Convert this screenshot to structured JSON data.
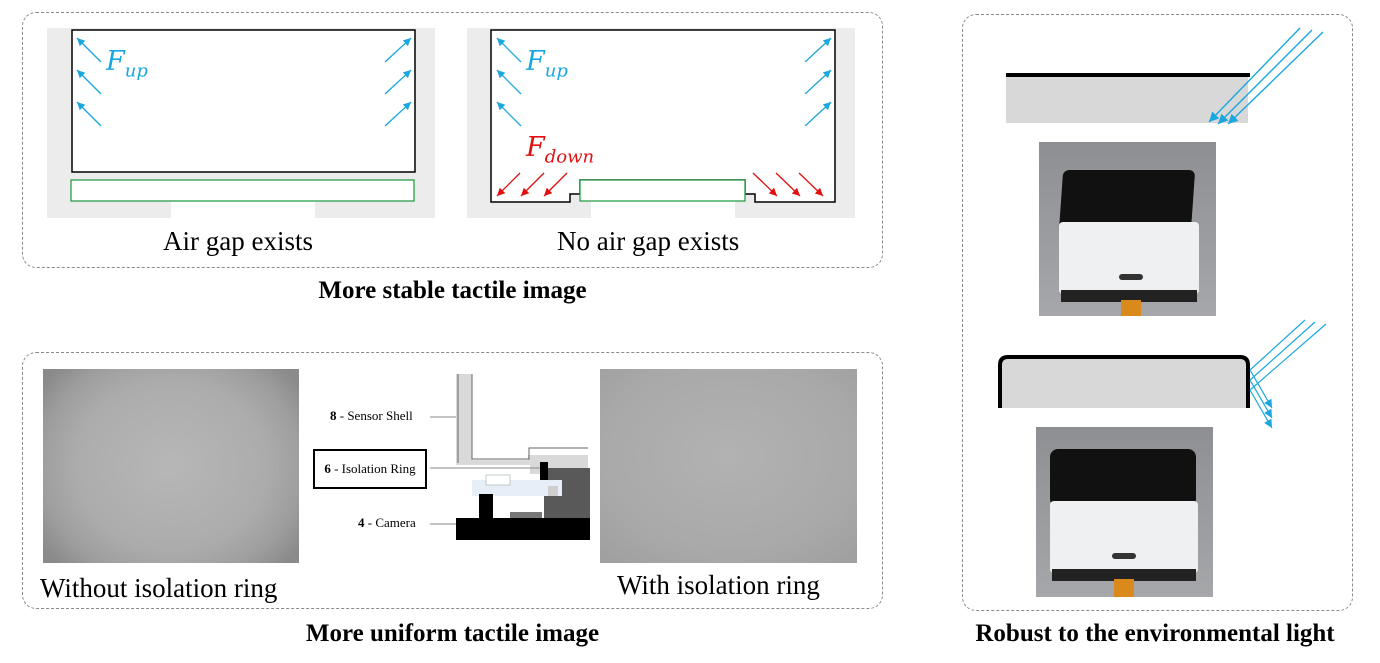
{
  "panels": {
    "stable": {
      "title": "More stable tactile image",
      "left_caption": "Air gap exists",
      "right_caption": "No air gap exists",
      "force_up": {
        "symbol": "F",
        "subscript": "up",
        "color": "#1aa7e0"
      },
      "force_down": {
        "symbol": "F",
        "subscript": "down",
        "color": "#e01010"
      }
    },
    "uniform": {
      "title": "More uniform tactile image",
      "left_caption": "Without isolation ring",
      "right_caption": "With isolation ring",
      "labels": {
        "shell_num": "8",
        "shell_text": " - Sensor Shell",
        "ring_num": "6",
        "ring_text": " - Isolation Ring",
        "camera_num": "4",
        "camera_text": " - Camera"
      }
    },
    "light": {
      "title": "Robust to the environmental light",
      "ray_color": "#1aa7e0"
    }
  },
  "colors": {
    "wall_gray": "#ececec",
    "elastomer_green": "#2a9d4a",
    "slab_gray": "#d8d8d8"
  }
}
